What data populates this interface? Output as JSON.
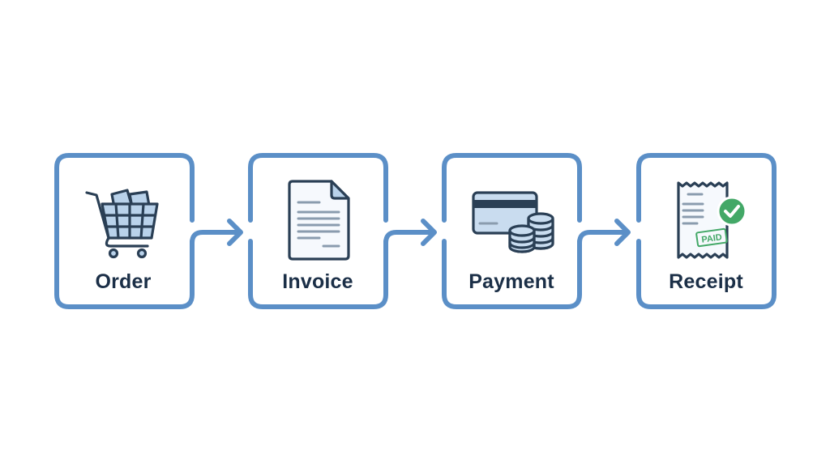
{
  "diagram": {
    "type": "process-flow",
    "direction": "left-to-right",
    "colors": {
      "border": "#5b8fc7",
      "icon_stroke": "#2a3f55",
      "icon_fill": "#b9d2ea",
      "label_text": "#1b2f47",
      "check_green": "#43a867",
      "paid_green": "#43a867"
    },
    "steps": [
      {
        "id": "order",
        "label": "Order",
        "icon": "shopping-cart-icon"
      },
      {
        "id": "invoice",
        "label": "Invoice",
        "icon": "document-icon"
      },
      {
        "id": "payment",
        "label": "Payment",
        "icon": "credit-card-coins-icon"
      },
      {
        "id": "receipt",
        "label": "Receipt",
        "icon": "receipt-check-icon",
        "stamp": "PAID"
      }
    ],
    "connectors": [
      {
        "from": "order",
        "to": "invoice"
      },
      {
        "from": "invoice",
        "to": "payment"
      },
      {
        "from": "payment",
        "to": "receipt"
      }
    ]
  }
}
